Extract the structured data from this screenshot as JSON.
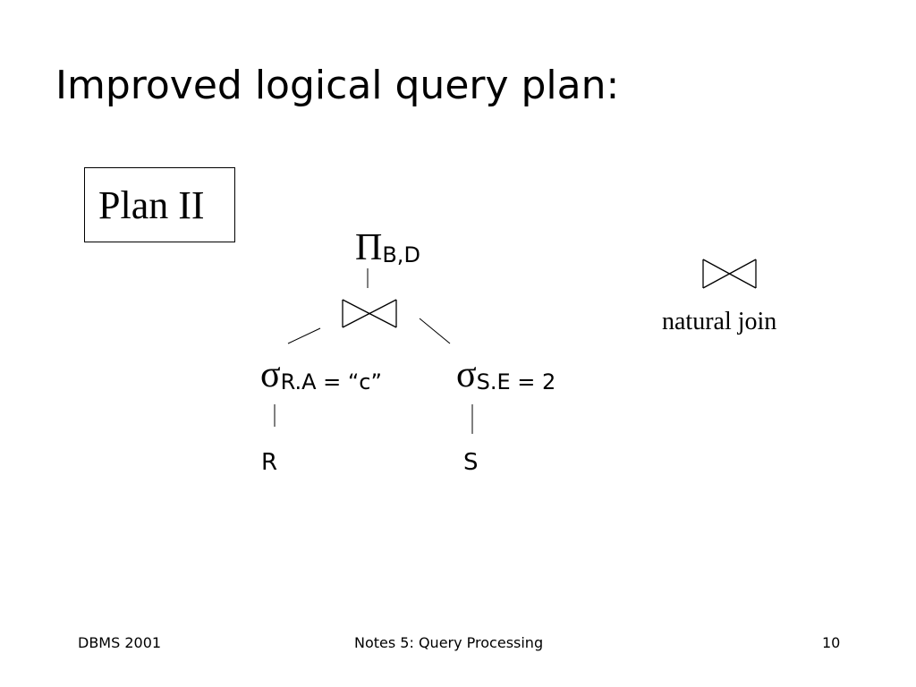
{
  "slide": {
    "title": "Improved logical query plan:",
    "plan_label": "Plan II"
  },
  "tree": {
    "projection": {
      "symbol": "Π",
      "attributes": "B,D"
    },
    "left_selection": {
      "symbol": "σ",
      "condition": "R.A = “c”"
    },
    "right_selection": {
      "symbol": "σ",
      "condition": "S.E = 2"
    },
    "left_relation": "R",
    "right_relation": "S"
  },
  "legend": {
    "label": "natural join"
  },
  "footer": {
    "left": "DBMS 2001",
    "center": "Notes 5: Query Processing",
    "right": "10"
  }
}
